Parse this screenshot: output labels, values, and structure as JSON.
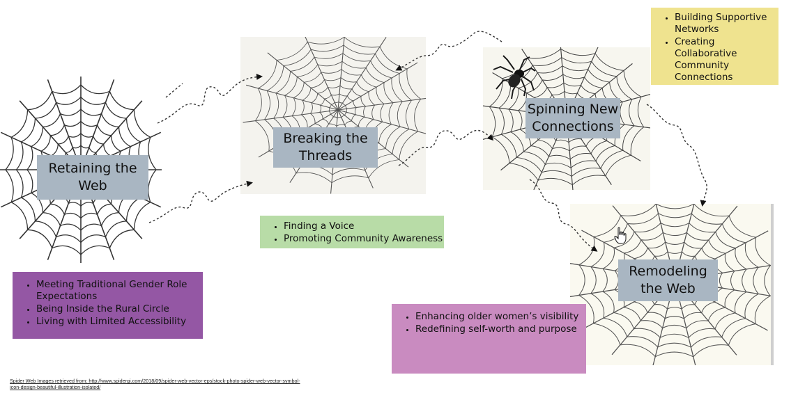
{
  "stages": {
    "retaining": {
      "line1": "Retaining the",
      "line2": "Web"
    },
    "breaking": {
      "line1": "Breaking the",
      "line2": "Threads"
    },
    "spinning": {
      "line1": "Spinning New",
      "line2": "Connections"
    },
    "remodeling": {
      "line1": "Remodeling",
      "line2": "the Web"
    }
  },
  "themes": {
    "retaining": [
      "Meeting Traditional Gender Role Expectations",
      "Being Inside the Rural Circle",
      "Living with Limited Accessibility"
    ],
    "breaking": [
      "Finding a Voice",
      "Promoting Community Awareness"
    ],
    "spinning": [
      "Building Supportive Networks",
      "Creating Collaborative Community Connections"
    ],
    "remodeling": [
      "Enhancing  older women’s visibility",
      "Redefining self-worth and purpose"
    ]
  },
  "colors": {
    "label_bg": "#a9b6c2",
    "retaining_box": "#9457a4",
    "breaking_box": "#b8dca7",
    "spinning_box": "#efe38f",
    "remodeling_box": "#c98bc0"
  },
  "credit": {
    "text": "Spider Web Images retrieved from: http://www.spidergi.com/2018/09/spider-web-vector-eps/stock-photo-spider-web-vector-symbol-icon-design-beautiful-illustration-isolated/"
  }
}
